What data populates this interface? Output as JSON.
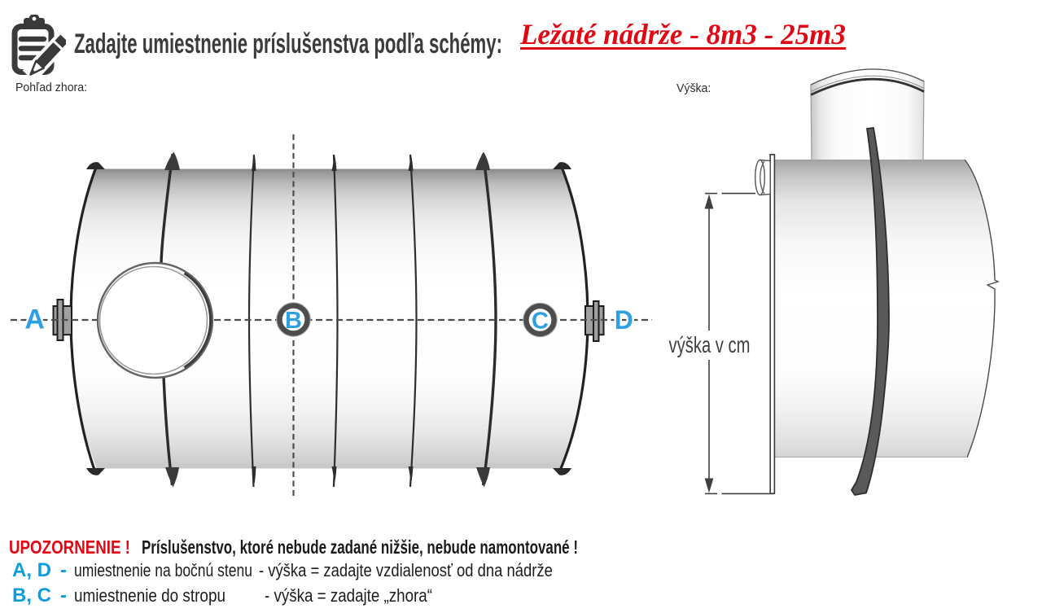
{
  "header": {
    "icon": "clipboard-pencil-icon",
    "title": "Zadajte umiestnenie príslušenstva podľa schémy:",
    "title_color": "#3b3b3b",
    "product_title": "Ležaté nádrže - 8m3 - 25m3",
    "product_title_color": "#e30613"
  },
  "top_view": {
    "label": "Pohľad zhora:",
    "markers": {
      "a": "A",
      "b": "B",
      "c": "C",
      "d": "D"
    },
    "marker_color": "#2f9fe3"
  },
  "side_view": {
    "label": "Výška:",
    "dimension_label": "výška v cm"
  },
  "warning": {
    "title": "UPOZORNENIE !",
    "title_color": "#e30613",
    "text": "Príslušenstvo, ktoré nebude zadané nižšie, nebude namontované !"
  },
  "legend": {
    "accent_color": "#0d9ddb",
    "items": [
      {
        "keys": "A, D",
        "separator": "-",
        "location": "umiestnenie na bočnú stenu",
        "rule": "- výška = zadajte vzdialenosť od dna nádrže"
      },
      {
        "keys": "B, C",
        "separator": "-",
        "location": "umiestnenie do stropu",
        "rule": "- výška = zadajte „zhora“"
      }
    ]
  }
}
